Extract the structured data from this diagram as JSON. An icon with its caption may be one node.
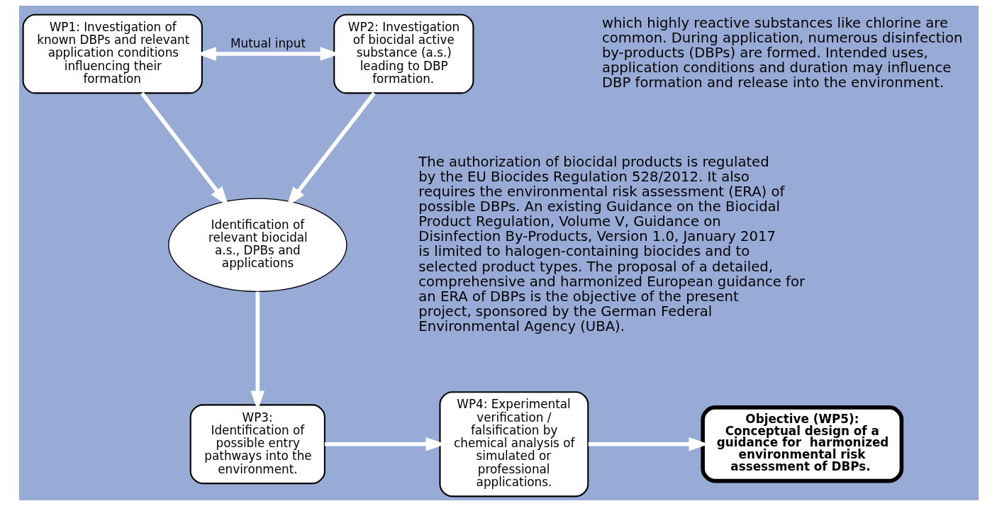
{
  "diagram": {
    "nodes": [
      {
        "text": [
          "WP1: Investigation of known DBPs and relevant application conditions influencing their formation"
        ]
      },
      {
        "text": [
          "WP2: Investigation of biocidal active substance (a.s.) leading to DBP formation."
        ]
      },
      {
        "text": [
          "Identification of relevant biocidal a.s., DPBs and applications"
        ]
      },
      {
        "text": [
          "WP3: Identification of possible entry pathways into the environment."
        ]
      },
      {
        "text": [
          "WP4: Experimental verification / falsification by chemical analysis of simulated or professional applications."
        ]
      },
      {
        "text": [
          "Objective (WP5): Conceptual design of a guidance for  harmonized environmental risk assessment of DBPs."
        ]
      }
    ],
    "edges": [
      {
        "from": 0,
        "to": 1,
        "arrow": "both",
        "label": "Mutual input"
      },
      {
        "from": 0,
        "to": 2,
        "arrow": "to"
      },
      {
        "from": 1,
        "to": 2,
        "arrow": "to"
      },
      {
        "from": 2,
        "to": 3,
        "arrow": "to"
      },
      {
        "from": 3,
        "to": 4,
        "arrow": "to"
      },
      {
        "from": 4,
        "to": 5,
        "arrow": "to"
      }
    ],
    "labels": [
      "which highly reactive substances like chlorine are common. During application, numerous disinfection by-products (DBPs) are formed. Intended uses, application conditions and duration may influence DBP formation and release into the environment.",
      "The authorization of biocidal products is regulated by the EU Biocides Regulation 528/2012. It also requires the environmental risk assessment (ERA) of possible DBPs. An existing Guidance on the Biocidal Product Regulation, Volume V, Guidance on Disinfection By-Products, Version 1.0, January 2017 is limited to halogen-containing biocides and to selected product types. The proposal of a detailed, comprehensive and harmonized European guidance for an ERA of DBPs is the objective of the present project, sponsored by the German Federal Environmental Agency (UBA)."
    ]
  }
}
